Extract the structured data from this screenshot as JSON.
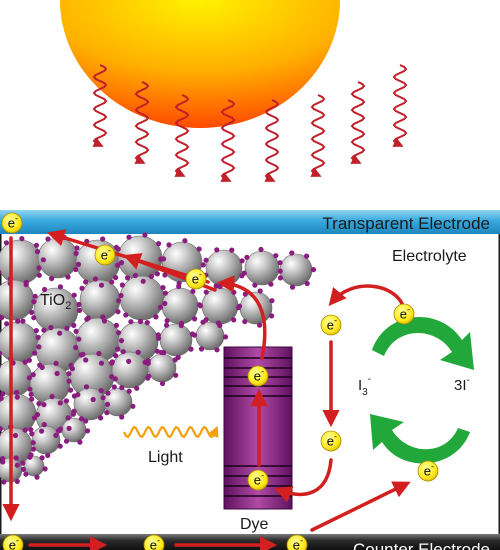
{
  "labels": {
    "transparent_electrode": "Transparent Electrode",
    "counter_electrode": "Counter Electrode",
    "electrolyte": "Electrolyte",
    "tio2_main": "TiO",
    "tio2_sub": "2",
    "light": "Light",
    "dye": "Dye",
    "iodide_main": "3I",
    "iodide_sup": "-",
    "triiodide_main": "I",
    "triiodide_sub": "3",
    "triiodide_sup": "-",
    "electron_main": "e",
    "electron_sup": "-"
  },
  "colors": {
    "sun_inner": "#ffd000",
    "sun_outer": "#ff5a00",
    "wave": "#c0202a",
    "light_wave": "#f2a10a",
    "transparent_electrode": "#33aadd",
    "counter_electrode": "#2a2a2a",
    "electron_arrow": "#d21f1f",
    "redox_arrow": "#22a83a",
    "electron": "#ffee22",
    "dye_purple": "#8b2a86",
    "nanoparticle": "#9e9e9e",
    "dye_dot": "#8a1d7e"
  }
}
